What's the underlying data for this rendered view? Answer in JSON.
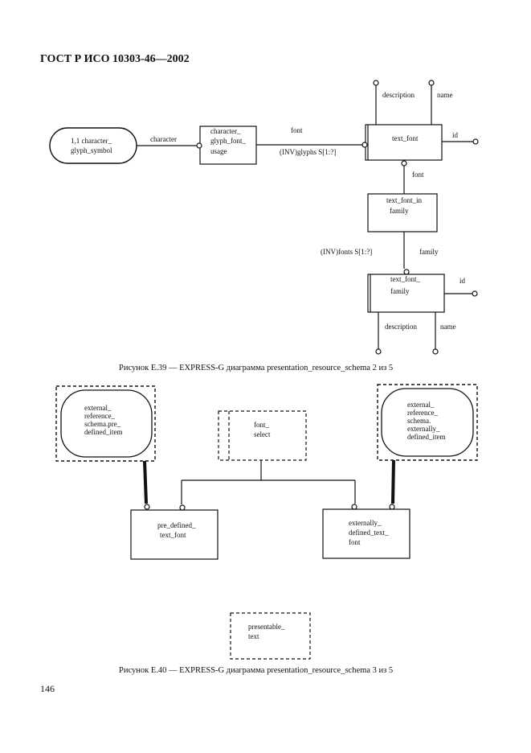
{
  "header": {
    "title": "ГОСТ Р ИСО 10303-46—2002"
  },
  "figure1": {
    "caption": "Рисунок Е.39 — EXPRESS-G диаграмма presentation_resource_schema 2 из 5",
    "nodes": {
      "glyph_symbol": [
        "1,1 character_",
        "glyph_symbol"
      ],
      "usage": [
        "character_",
        "glyph_font_",
        "usage"
      ],
      "text_font": [
        "text_font"
      ],
      "in_family": [
        "text_font_in",
        "family"
      ],
      "family": [
        "text_font_",
        "family"
      ]
    },
    "labels": {
      "character": "character",
      "font": "font",
      "inv_glyphs": "(INV)glyphs S[1:?]",
      "description_top": "description",
      "name_top": "name",
      "id_top": "id",
      "font_down": "font",
      "inv_fonts": "(INV)fonts S[1:?]",
      "family": "family",
      "id_bottom": "id",
      "description_bottom": "description",
      "name_bottom": "name"
    }
  },
  "figure2": {
    "caption": "Рисунок Е.40 — EXPRESS-G диаграмма presentation_resource_schema 3 из 5",
    "nodes": {
      "ext_left": [
        "external_",
        "reference_",
        "schema.pre_",
        "defined_item"
      ],
      "font_select": [
        "font_",
        "select"
      ],
      "ext_right": [
        "external_",
        "reference_",
        "schema.",
        "externally_",
        "defined_item"
      ],
      "pre_defined": [
        "pre_defined_",
        "text_font"
      ],
      "externally": [
        "externally_",
        "defined_text_",
        "font"
      ],
      "presentable": [
        "presentable_",
        "text"
      ]
    }
  },
  "page_number": "146"
}
